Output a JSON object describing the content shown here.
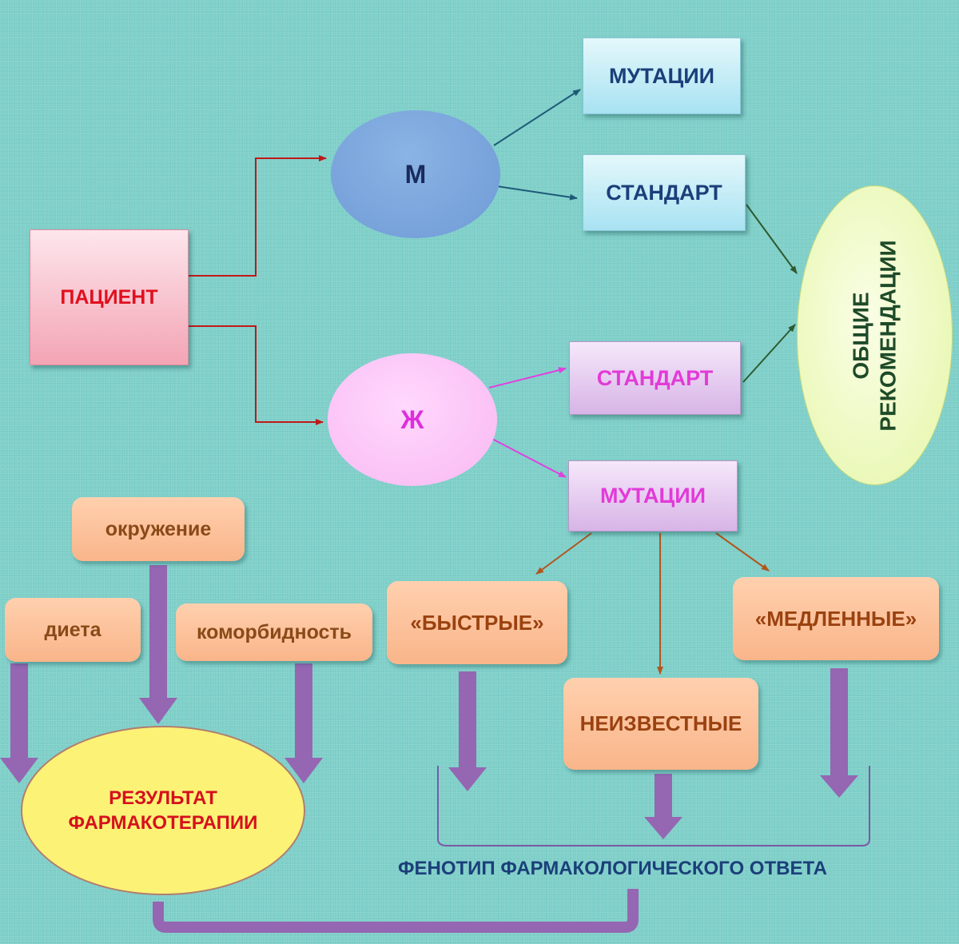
{
  "nodes": {
    "patient": "ПАЦИЕНТ",
    "male": "М",
    "female": "Ж",
    "male_mutations": "МУТАЦИИ",
    "male_standard": "СТАНДАРТ",
    "female_standard": "СТАНДАРТ",
    "female_mutations": "МУТАЦИИ",
    "general_recommendations_line1": "ОБЩИЕ",
    "general_recommendations_line2": "РЕКОМЕНДАЦИИ",
    "environment": "окружение",
    "diet": "диета",
    "comorbidity": "коморбидность",
    "fast": "«БЫСТРЫЕ»",
    "slow": "«МЕДЛЕННЫЕ»",
    "unknown": "НЕИЗВЕСТНЫЕ",
    "result_line1": "РЕЗУЛЬТАТ",
    "result_line2": "ФАРМАКОТЕРАПИИ"
  },
  "caption": "ФЕНОТИП ФАРМАКОЛОГИЧЕСКОГО ОТВЕТА",
  "colors": {
    "background": "#7fcfc9",
    "patient_arrows": "#c01818",
    "male_arrows": "#1e5a78",
    "female_arrows": "#e040e0",
    "recommendation_arrows": "#2e5a30",
    "phenotype_arrows": "#b0561c",
    "thick_arrows": "#9566b2",
    "brace": "#7a5aa6"
  }
}
